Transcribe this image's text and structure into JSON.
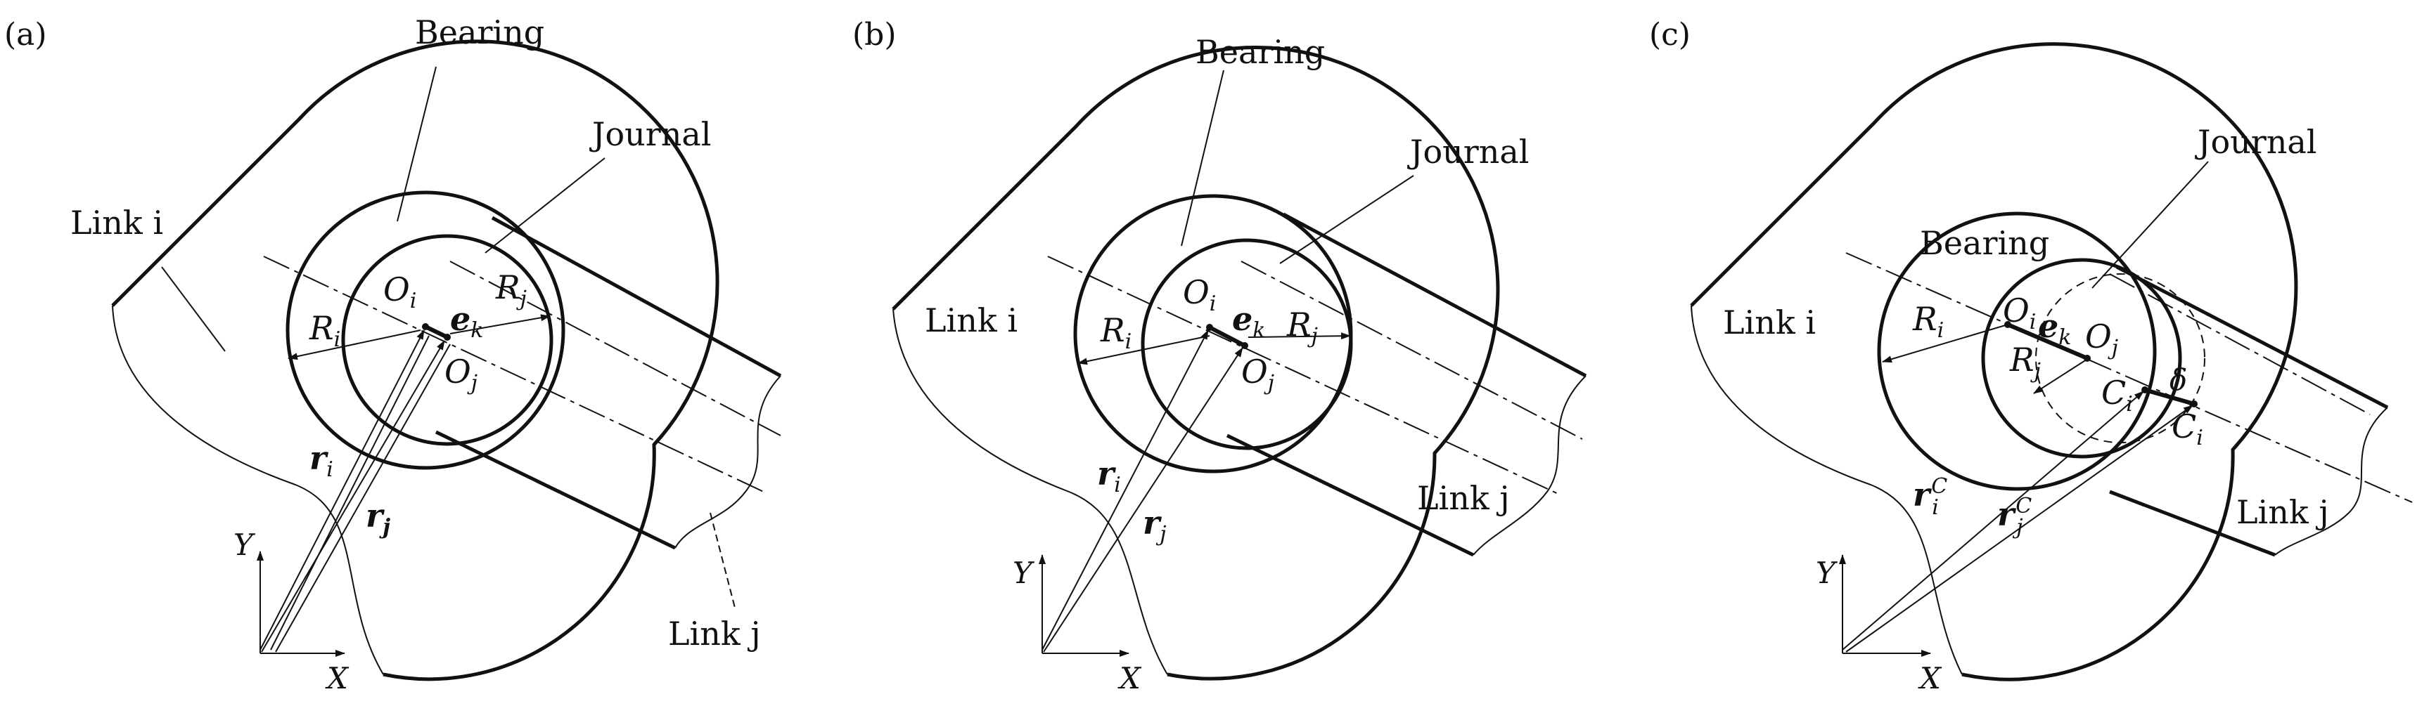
{
  "panels": [
    {
      "tag": "(a)",
      "bearing": "Bearing",
      "journal": "Journal",
      "link_i": "Link i",
      "link_j": "Link j",
      "Ri": "R",
      "Ri_sub": "i",
      "Rj": "R",
      "Rj_sub": "j",
      "Oi": "O",
      "Oi_sub": "i",
      "Oj": "O",
      "Oj_sub": "j",
      "ek": "e",
      "ek_sub": "k",
      "ri": "r",
      "ri_sub": "i",
      "rj": "r",
      "rj_sub": "j"
    },
    {
      "tag": "(b)",
      "bearing": "Bearing",
      "journal": "Journal",
      "link_i": "Link i",
      "link_j": "Link j",
      "Ri": "R",
      "Ri_sub": "i",
      "Rj": "R",
      "Rj_sub": "j",
      "Oi": "O",
      "Oi_sub": "i",
      "Oj": "O",
      "Oj_sub": "j",
      "ek": "e",
      "ek_sub": "k",
      "ri": "r",
      "ri_sub": "i",
      "rj": "r",
      "rj_sub": "j"
    },
    {
      "tag": "(c)",
      "bearing": "Bearing",
      "journal": "Journal",
      "link_i": "Link i",
      "link_j": "Link j",
      "Ri": "R",
      "Ri_sub": "i",
      "Rj": "R",
      "Rj_sub": "j",
      "Oi": "O",
      "Oi_sub": "i",
      "Oj": "O",
      "Oj_sub": "j",
      "ek": "e",
      "ek_sub": "k",
      "Ci": "C",
      "Ci_sub": "i",
      "Cj": "C",
      "Cj_sub": "i",
      "delta": "δ",
      "riC": "r",
      "riC_sub": "i",
      "riC_sup": "C",
      "rjC": "r",
      "rjC_sub": "j",
      "rjC_sup": "C"
    }
  ],
  "axes": {
    "y": "Y",
    "x": "X"
  }
}
